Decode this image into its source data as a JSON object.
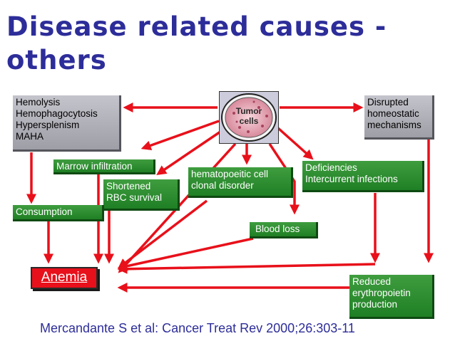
{
  "title": "Disease related causes - others",
  "tumor": {
    "label": "Tumor cells"
  },
  "boxes": {
    "hemolysis": "Hemolysis\nHemophagocytosis\nHypersplenism\nMAHA",
    "disrupted": "Disrupted\nhomeostatic\nmechanisms",
    "marrow": "Marrow infiltration",
    "shortened": "Shortened\nRBC survival",
    "hematopoietic": "hematopoeitic cell\nclonal disorder",
    "deficiencies": "Deficiencies\nIntercurrent infections",
    "consumption": "Consumption",
    "blood_loss": "Blood loss",
    "anemia": "Anemia",
    "reduced_epo": "Reduced\nerythropoietin\nproduction"
  },
  "citation": "Mercandante S et al: Cancer Treat Rev 2000;26:303-11",
  "colors": {
    "title": "#2d2d9a",
    "arrow": "#e8101a",
    "green_box": "#2a8f2e",
    "gray_box": "#b0b0b8",
    "anemia_box": "#e8101a"
  }
}
